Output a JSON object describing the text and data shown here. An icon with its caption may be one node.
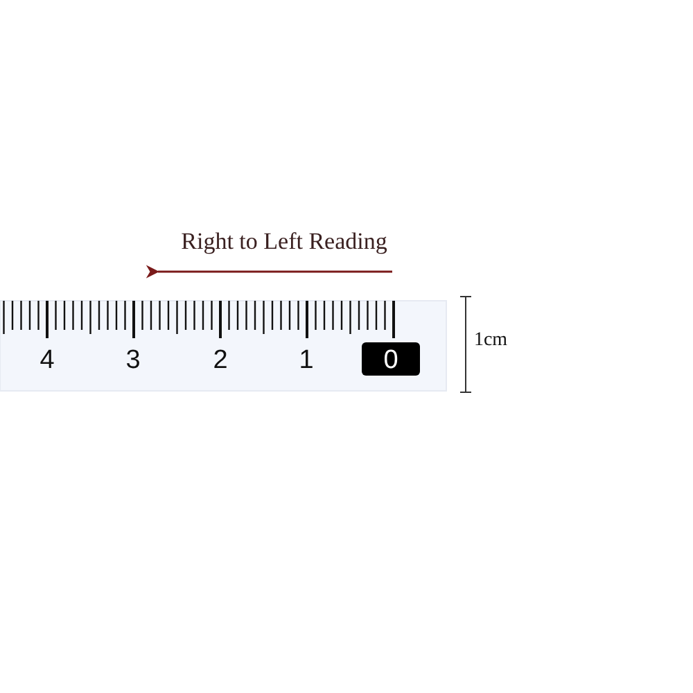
{
  "diagram": {
    "labels": [
      "Right to Left Reading",
      "4",
      "3",
      "2",
      "1",
      "0",
      "1cm"
    ]
  }
}
